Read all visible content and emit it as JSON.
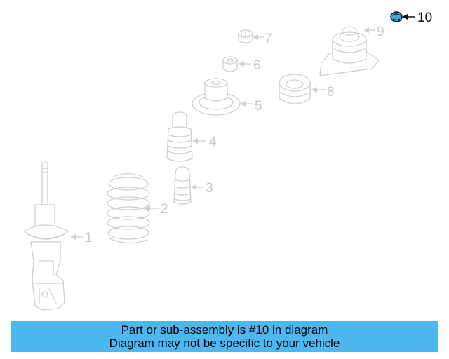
{
  "callouts": {
    "c1": "1",
    "c2": "2",
    "c3": "3",
    "c4": "4",
    "c5": "5",
    "c6": "6",
    "c7": "7",
    "c8": "8",
    "c9": "9",
    "c10": "10"
  },
  "highlight": {
    "part_number": "10",
    "color": "#111111",
    "icon_fill": "#3aa7e6"
  },
  "notice": {
    "line1": "Part or sub-assembly is #10 in diagram",
    "line2": "Diagram may not be specific to your vehicle",
    "background": "#4db8f0"
  }
}
